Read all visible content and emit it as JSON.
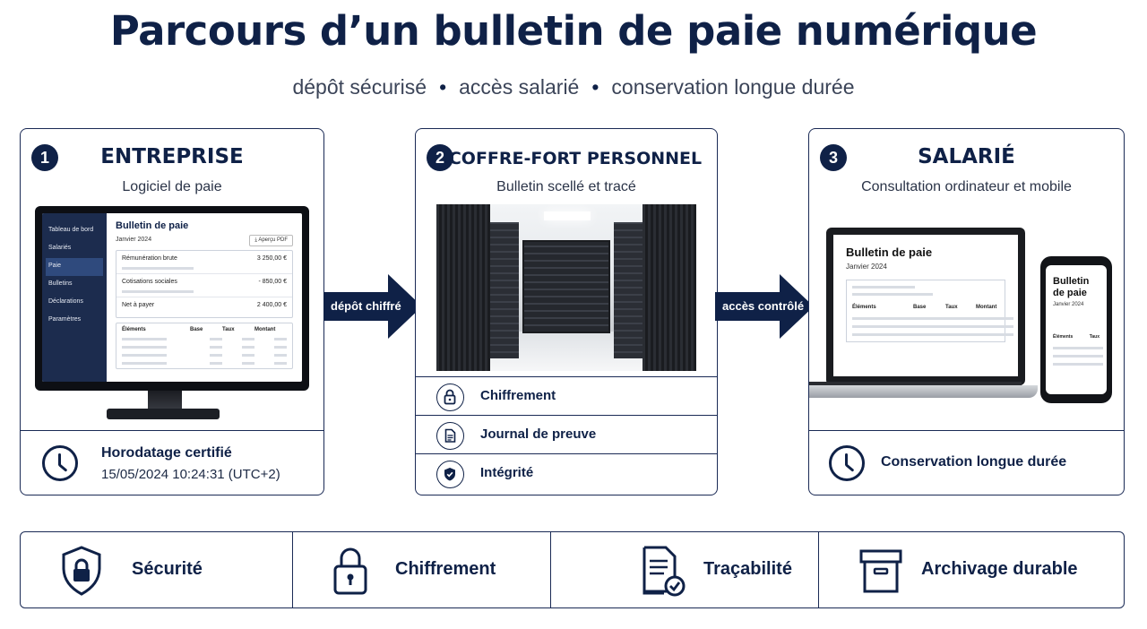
{
  "header": {
    "title": "Parcours d’un bulletin de paie numérique",
    "subtitle_parts": [
      "dépôt sécurisé",
      "accès salarié",
      "conservation longue durée"
    ]
  },
  "steps": [
    {
      "number": "1",
      "title": "ENTREPRISE",
      "subtitle": "Logiciel de paie",
      "monitor": {
        "sidebar": [
          "Tableau de bord",
          "Salariés",
          "Paie",
          "Bulletins",
          "Déclarations",
          "Paramètres"
        ],
        "doc_title": "Bulletin de paie",
        "month": "Janvier 2024",
        "button": "⤓ Aperçu PDF",
        "rows": [
          {
            "label": "Rémunération brute",
            "value": "3 250,00 €"
          },
          {
            "label": "Cotisations sociales",
            "value": "- 850,00 €"
          },
          {
            "label": "Net à payer",
            "value": "2 400,00 €"
          }
        ],
        "table_headers": [
          "Éléments",
          "Base",
          "Taux",
          "Montant"
        ]
      },
      "footer": {
        "title": "Horodatage certifié",
        "timestamp": "15/05/2024 10:24:31 (UTC+2)"
      }
    },
    {
      "number": "2",
      "title": "COFFRE-FORT PERSONNEL",
      "subtitle": "Bulletin scellé et tracé",
      "features": [
        "Chiffrement",
        "Journal de preuve",
        "Intégrité"
      ]
    },
    {
      "number": "3",
      "title": "SALARIÉ",
      "subtitle": "Consultation ordinateur et mobile",
      "laptop": {
        "doc_title": "Bulletin de paie",
        "month": "Janvier 2024",
        "table_headers": [
          "Éléments",
          "Base",
          "Taux",
          "Montant"
        ]
      },
      "phone": {
        "doc_title": "Bulletin de paie",
        "month": "Janvier 2024",
        "table_headers": [
          "Éléments",
          "Taux"
        ]
      },
      "footer": {
        "title": "Conservation longue durée"
      }
    }
  ],
  "arrows": [
    "dépôt chiffré",
    "accès contrôlé"
  ],
  "bottom_bar": [
    "Sécurité",
    "Chiffrement",
    "Traçabilité",
    "Archivage durable"
  ],
  "colors": {
    "navy": "#0f2147",
    "border": "#1a2a55",
    "sidebar": "#1c2c4e"
  }
}
